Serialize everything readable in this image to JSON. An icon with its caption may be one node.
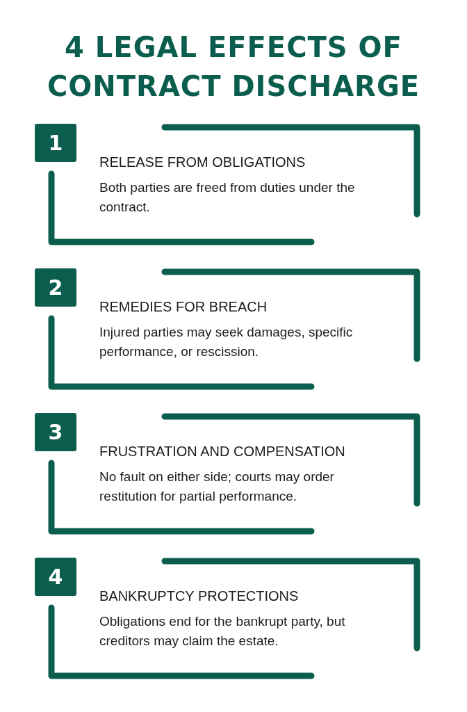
{
  "diagram": {
    "title": "4 LEGAL EFFECTS OF CONTRACT DISCHARGE",
    "nodes": [
      {
        "text": [
          "1"
        ]
      },
      {
        "text": [
          "RELEASE FROM OBLIGATIONS",
          "Both parties are freed from duties under the contract."
        ]
      },
      {
        "text": [
          "2"
        ]
      },
      {
        "text": [
          "REMEDIES FOR BREACH",
          "Injured parties may seek damages, specific performance, or rescission."
        ]
      },
      {
        "text": [
          "3"
        ]
      },
      {
        "text": [
          "FRUSTRATION AND COMPENSATION",
          "No fault on either side; courts may order restitution for partial performance."
        ]
      },
      {
        "text": [
          "4"
        ]
      },
      {
        "text": [
          "BANKRUPTCY PROTECTIONS",
          "Obligations end for the bankrupt party, but creditors may claim the estate."
        ]
      }
    ],
    "edges": []
  }
}
